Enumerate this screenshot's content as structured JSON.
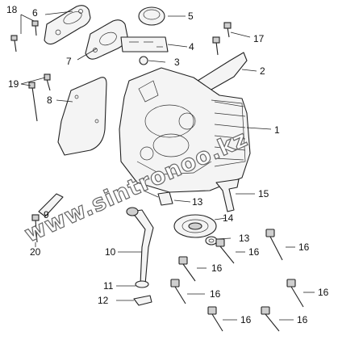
{
  "diagram": {
    "callouts": [
      "1",
      "2",
      "3",
      "4",
      "5",
      "6",
      "7",
      "8",
      "9",
      "10",
      "11",
      "12",
      "13",
      "13",
      "14",
      "15",
      "16",
      "16",
      "16",
      "16",
      "16",
      "16",
      "16",
      "17",
      "18",
      "19",
      "20"
    ],
    "watermark": "www.sintronoo.kz"
  }
}
